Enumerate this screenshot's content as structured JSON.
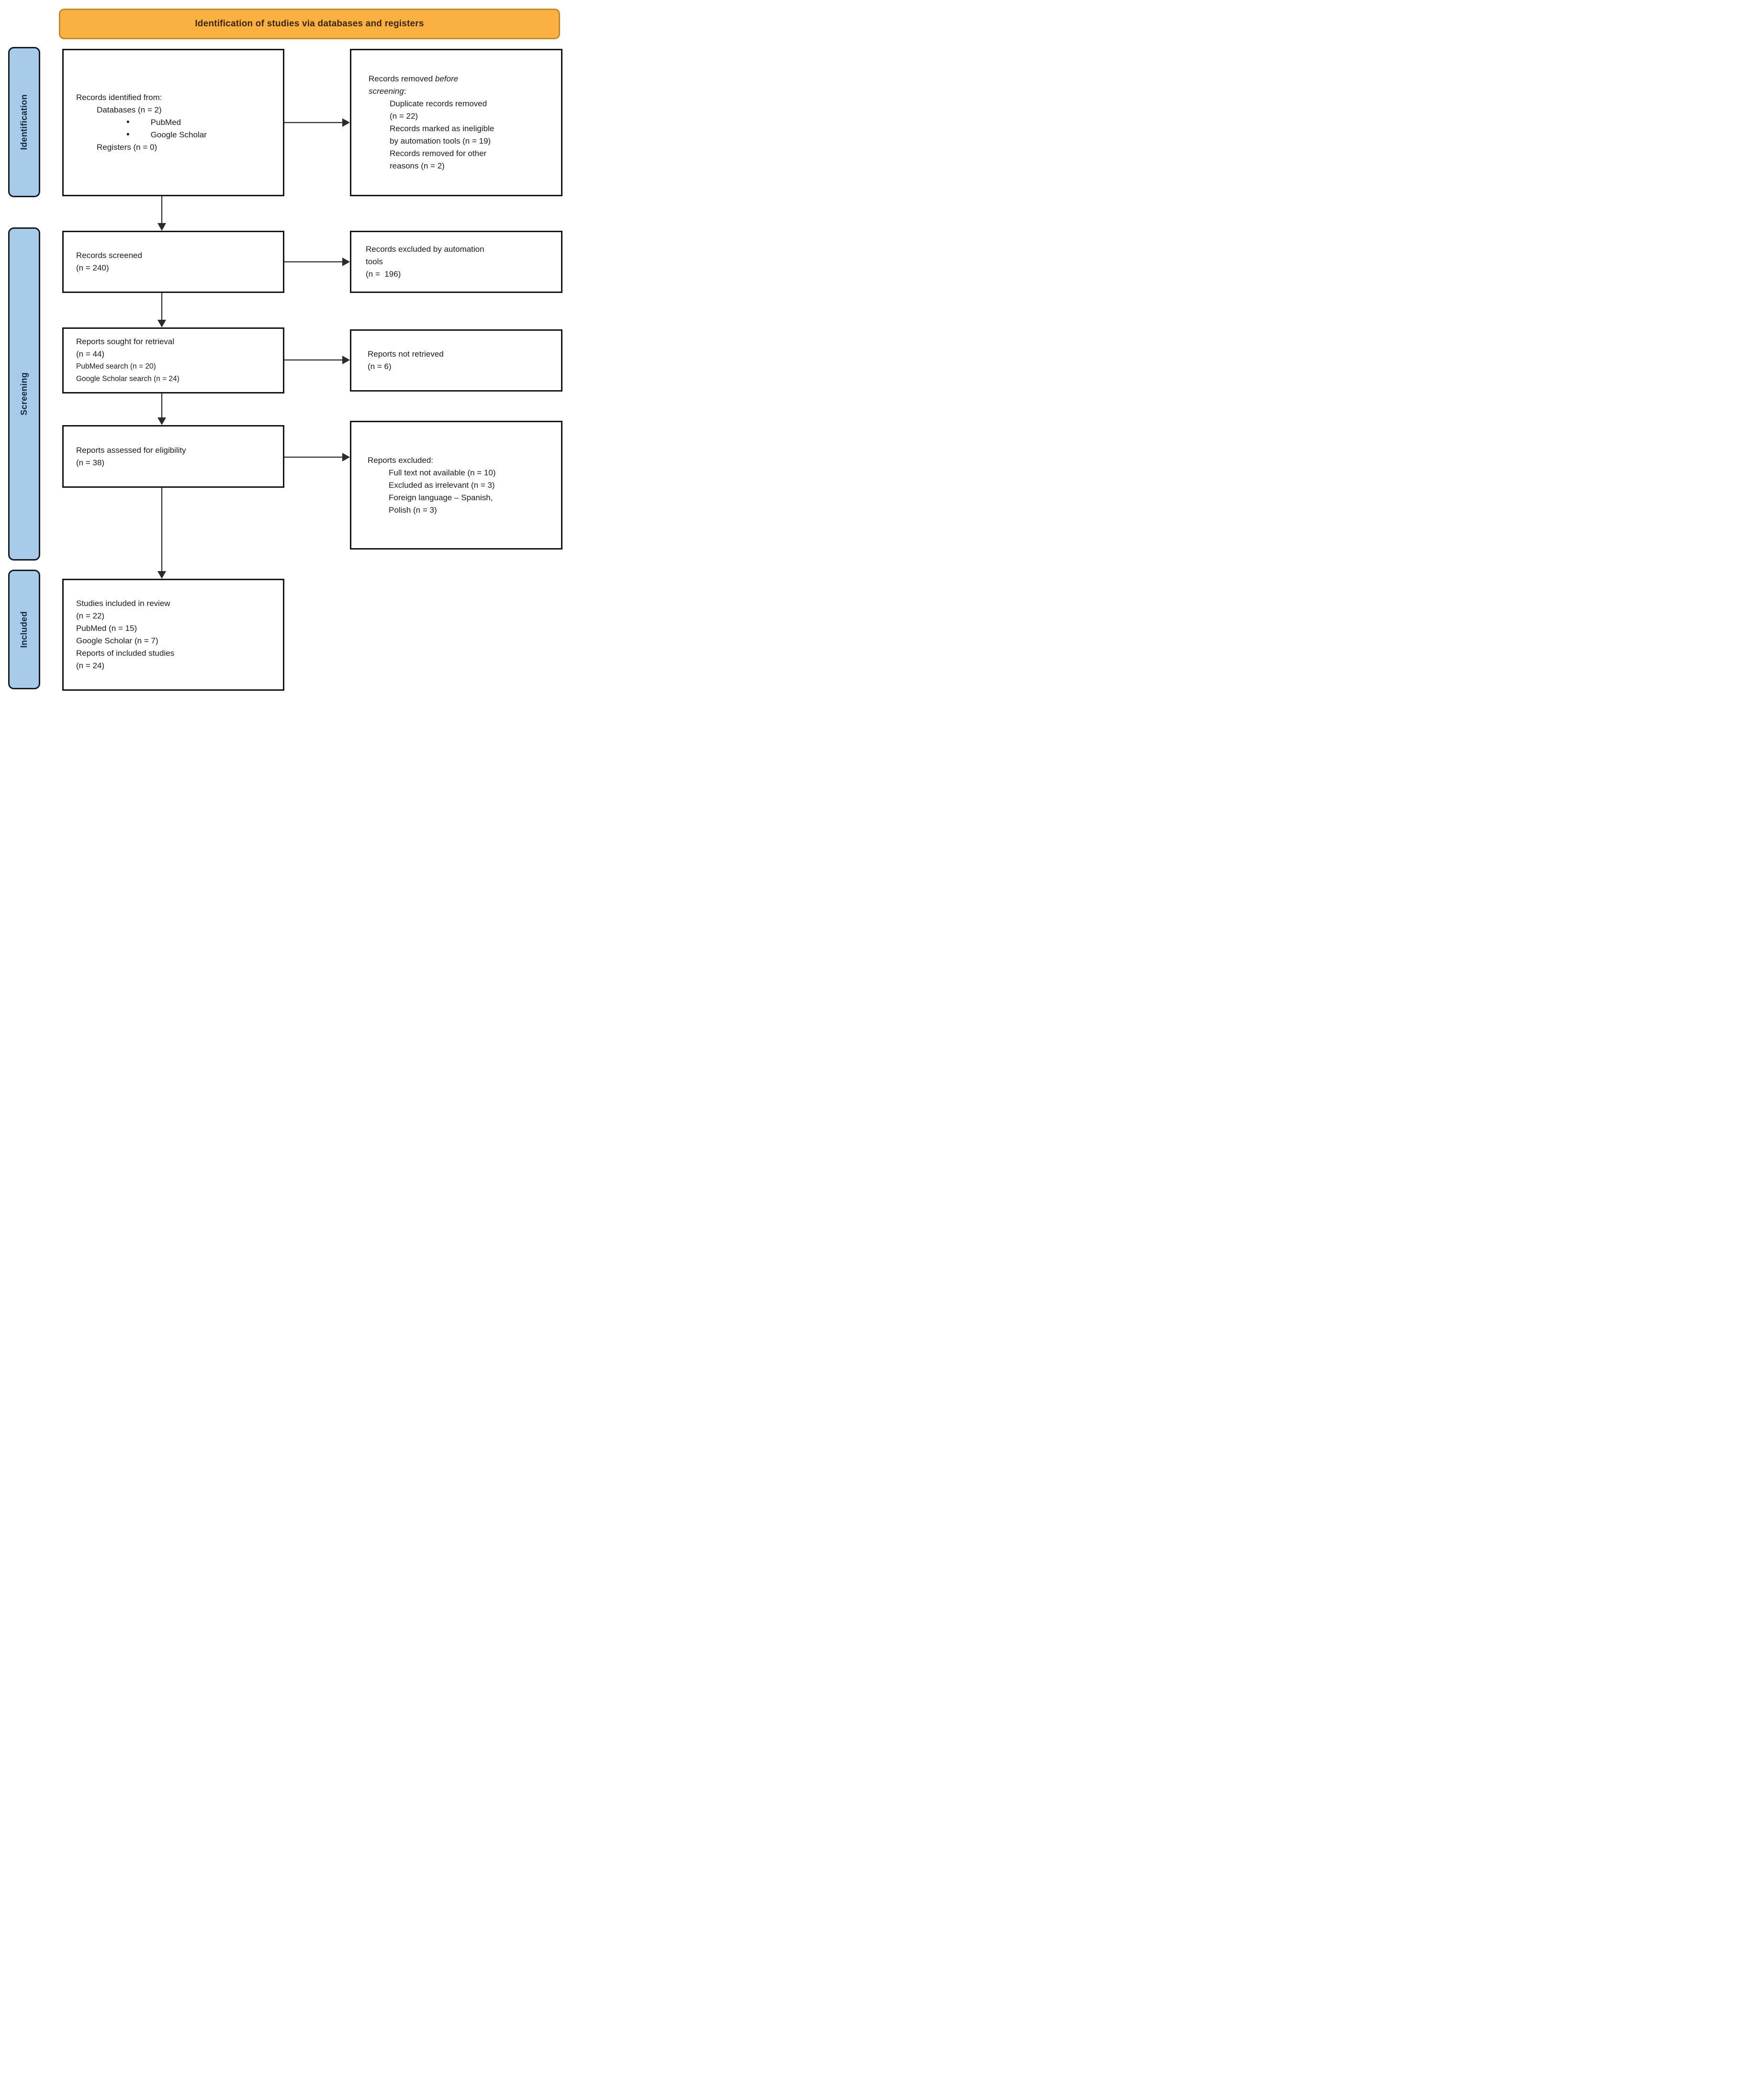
{
  "banner": {
    "title": "Identification of studies via databases and registers"
  },
  "sidebar": {
    "identification": "Identification",
    "screening": "Screening",
    "included": "Included"
  },
  "boxes": {
    "identified": {
      "title": "Records identified from:",
      "databases": "Databases (n = 2)",
      "bullet_items": [
        "PubMed",
        "Google Scholar"
      ],
      "registers": "Registers (n = 0)"
    },
    "removed_before_screening": {
      "lead": "Records removed ",
      "italic_line1": "before",
      "italic_line2": "screening",
      "colon": ":",
      "items": [
        "Duplicate records removed",
        "(n = 22)",
        "Records marked as ineligible",
        "by automation tools (n = 19)",
        "Records removed for other",
        "reasons (n = 2)"
      ]
    },
    "screened": {
      "lines": [
        "Records screened",
        "(n = 240)"
      ]
    },
    "excluded_automation": {
      "lines": [
        "Records excluded by automation",
        "tools",
        "(n =  196)"
      ]
    },
    "sought": {
      "lines": [
        "Reports sought for retrieval",
        "(n = 44)"
      ],
      "sub_lines": [
        "PubMed search (n = 20)",
        "Google Scholar search (n = 24)"
      ]
    },
    "not_retrieved": {
      "lines": [
        "Reports not retrieved",
        "(n = 6)"
      ]
    },
    "assessed": {
      "lines": [
        "Reports assessed for eligibility",
        "(n = 38)"
      ]
    },
    "excluded_reports": {
      "title": "Reports excluded:",
      "items": [
        "Full text not available (n = 10)",
        "Excluded as irrelevant (n = 3)",
        "Foreign language – Spanish,",
        "Polish (n = 3)"
      ]
    },
    "included_studies": {
      "lines": [
        "Studies included in review",
        "(n = 22)",
        "PubMed (n = 15)",
        "Google Scholar (n = 7)",
        "Reports of included studies",
        "(n = 24)"
      ]
    }
  },
  "colors": {
    "banner_fill": "#FBB142",
    "banner_border": "#C08A2D",
    "banner_text": "#3A2606",
    "stage_fill": "#A8CBE9",
    "stage_border": "#131A22",
    "stage_text": "#122A3E",
    "box_border": "#141414",
    "arrow": "#2B2B2B"
  }
}
